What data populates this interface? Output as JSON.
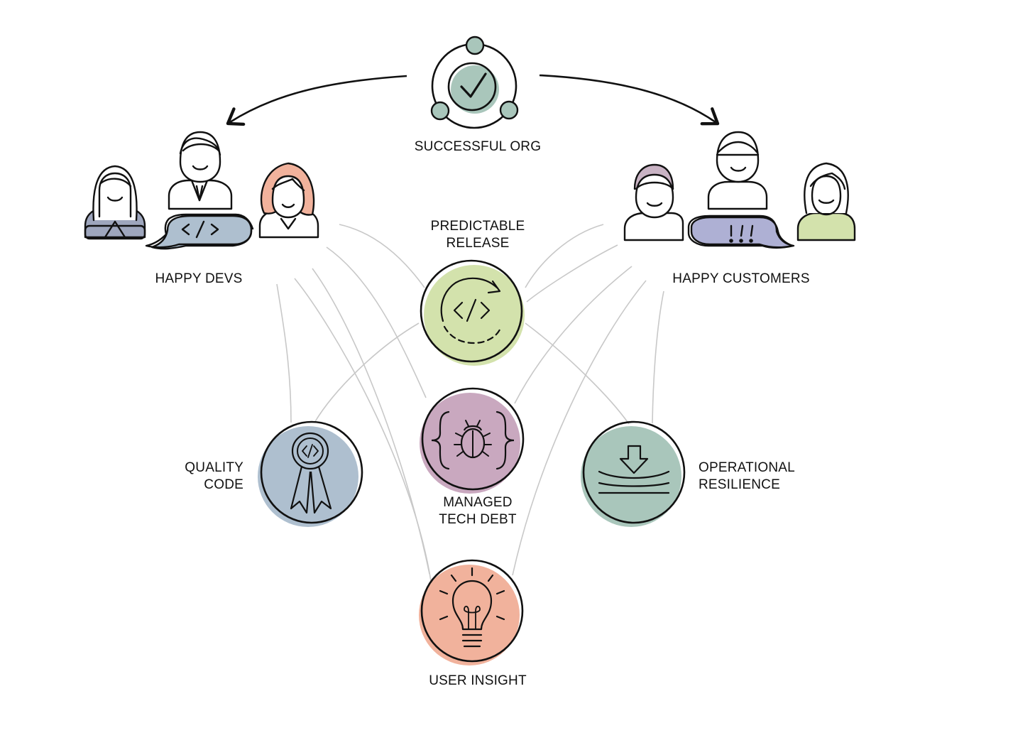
{
  "nodes": {
    "successful_org": {
      "label": "SUCCESSFUL ORG"
    },
    "happy_devs": {
      "label": "HAPPY DEVS"
    },
    "happy_customers": {
      "label": "HAPPY CUSTOMERS"
    },
    "predictable_release": {
      "line1": "PREDICTABLE",
      "line2": "RELEASE"
    },
    "quality_code": {
      "line1": "QUALITY",
      "line2": "CODE"
    },
    "managed_tech_debt": {
      "line1": "MANAGED",
      "line2": "TECH DEBT"
    },
    "operational_resilience": {
      "line1": "OPERATIONAL",
      "line2": "RESILIENCE"
    },
    "user_insight": {
      "label": "USER INSIGHT"
    }
  },
  "colors": {
    "stroke": "#111111",
    "connector": "#c4c4c4",
    "teal": "#a9c6bb",
    "blue_grey": "#aebfcf",
    "green": "#d3e2ac",
    "mauve": "#c9a8bf",
    "salmon": "#f1b29c",
    "slate": "#9ea6bd",
    "lavender": "#aeb0d4",
    "rose": "#c9b3c4"
  }
}
